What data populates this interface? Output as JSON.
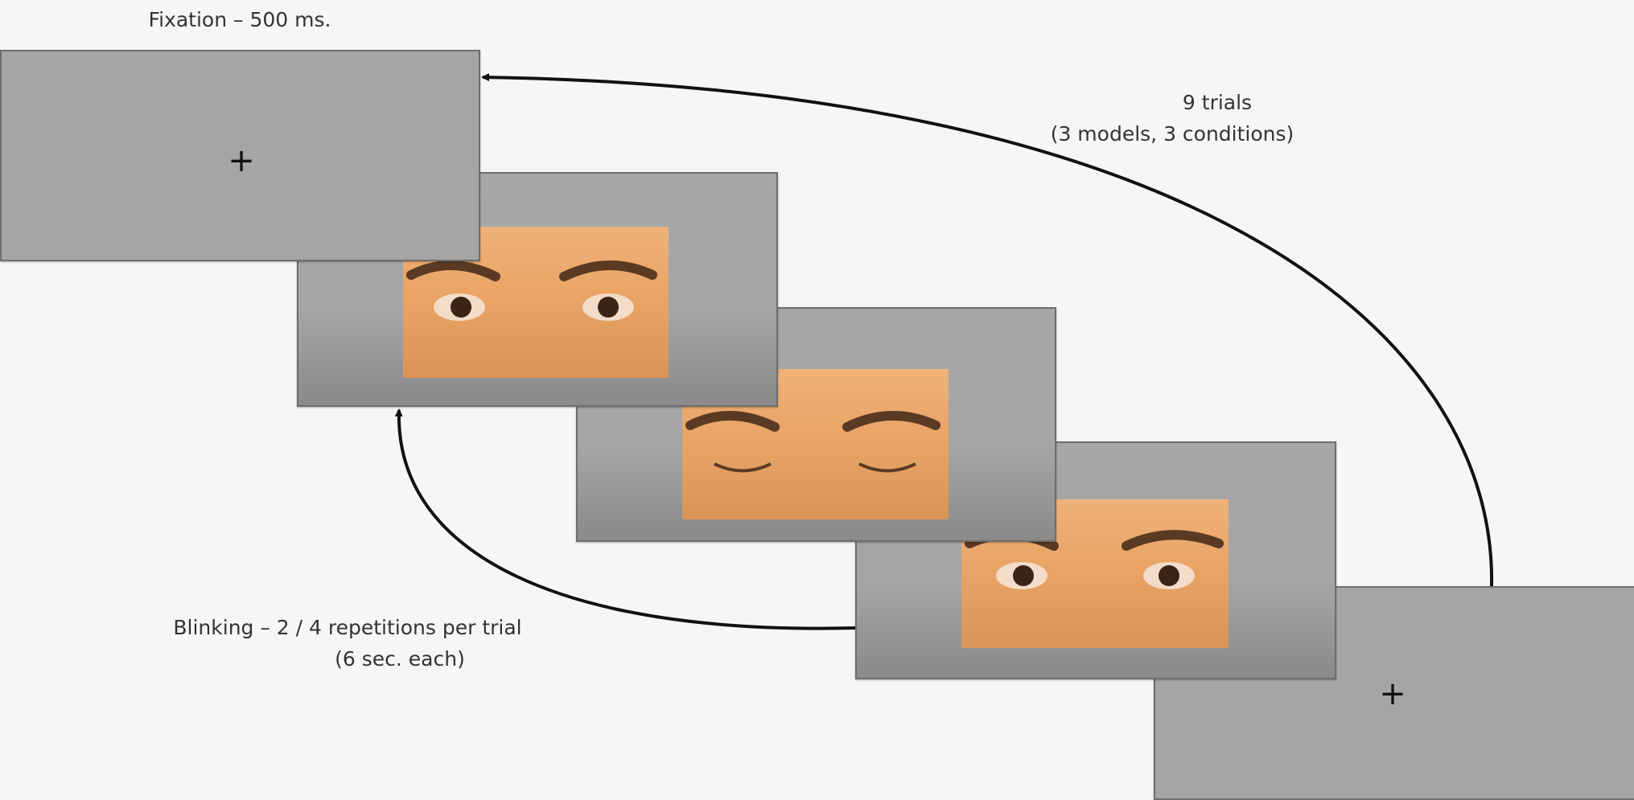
{
  "labels": {
    "fixation": "Fixation – 500 ms.",
    "trials_line1": "9 trials",
    "trials_line2": "(3 models, 3 conditions)",
    "blinking_line1": "Blinking – 2 / 4 repetitions per trial",
    "blinking_line2": "(6 sec. each)"
  },
  "fixation_symbol": "+",
  "frames": [
    {
      "type": "fixation"
    },
    {
      "type": "face",
      "eyes": "open"
    },
    {
      "type": "face",
      "eyes": "closed"
    },
    {
      "type": "face",
      "eyes": "open"
    },
    {
      "type": "fixation"
    }
  ],
  "colors": {
    "background": "#f6f6f6",
    "screen": "#a5a5a5",
    "arrow": "#111111",
    "skin": "#e9a466"
  }
}
